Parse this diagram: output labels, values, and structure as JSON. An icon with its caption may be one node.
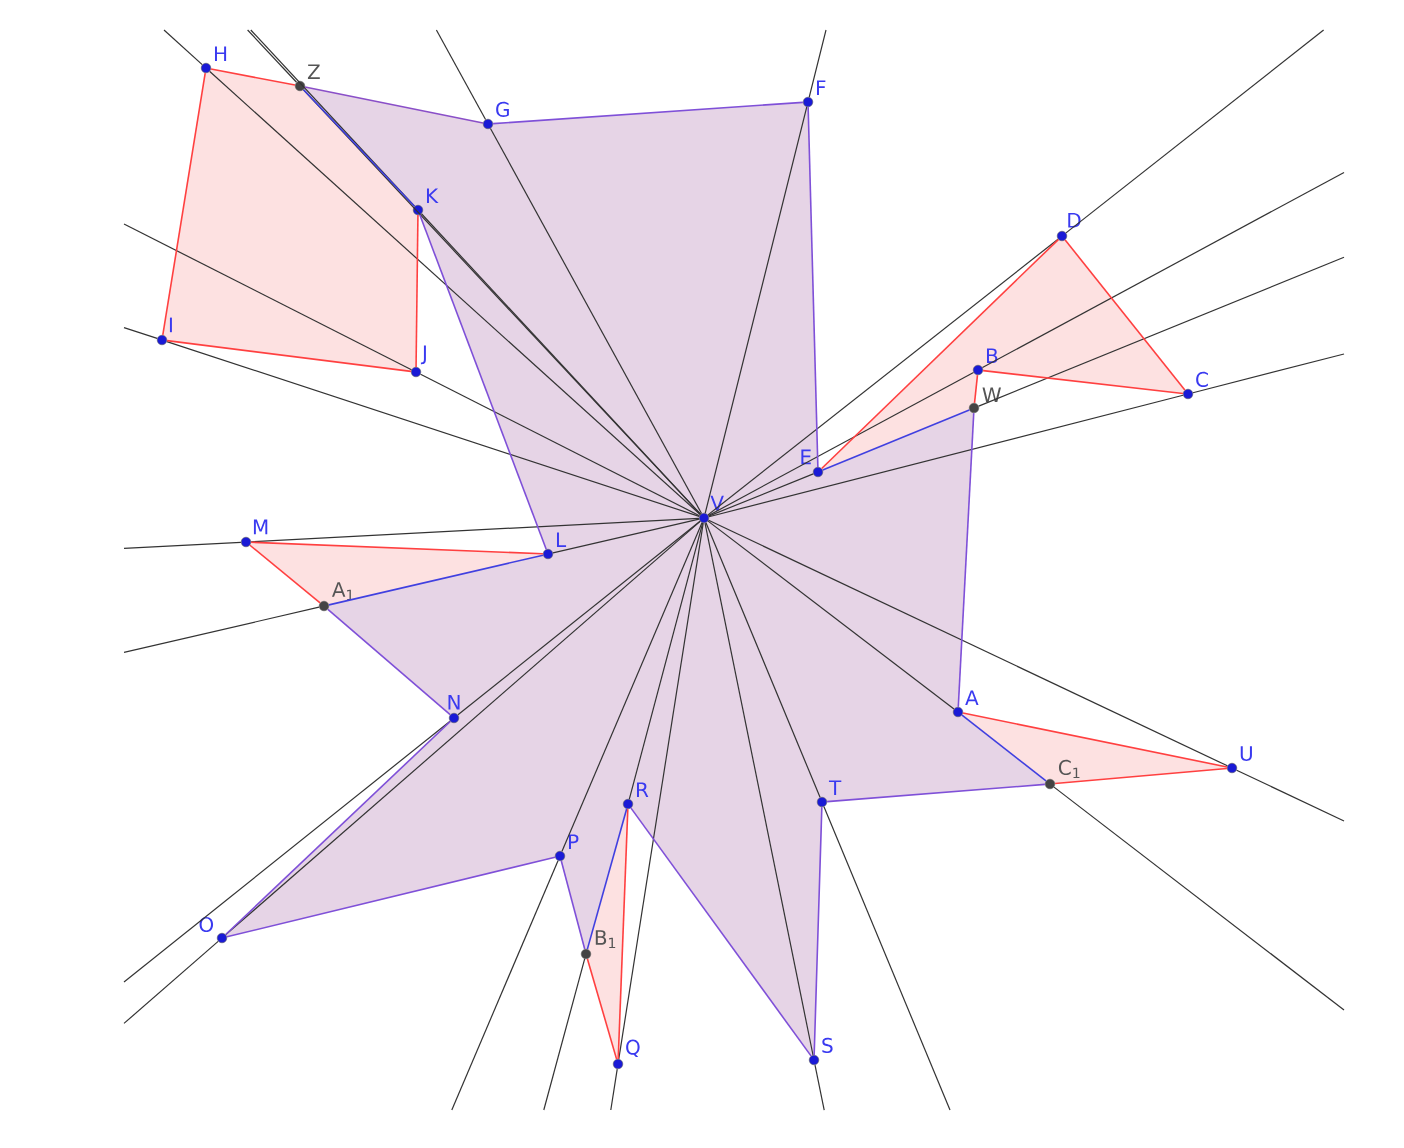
{
  "diagram": {
    "nodes": [
      {
        "text": [
          "H"
        ]
      },
      {
        "text": [
          "Z"
        ]
      },
      {
        "text": [
          "G"
        ]
      },
      {
        "text": [
          "F"
        ]
      },
      {
        "text": [
          "K"
        ]
      },
      {
        "text": [
          "D"
        ]
      },
      {
        "text": [
          "I"
        ]
      },
      {
        "text": [
          "J"
        ]
      },
      {
        "text": [
          "B"
        ]
      },
      {
        "text": [
          "C"
        ]
      },
      {
        "text": [
          "W"
        ]
      },
      {
        "text": [
          "E"
        ]
      },
      {
        "text": [
          "V"
        ]
      },
      {
        "text": [
          "M"
        ]
      },
      {
        "text": [
          "L"
        ]
      },
      {
        "text": [
          "A$_{1}$"
        ]
      },
      {
        "text": [
          "N"
        ]
      },
      {
        "text": [
          "A"
        ]
      },
      {
        "text": [
          "U"
        ]
      },
      {
        "text": [
          "C$_{1}$"
        ]
      },
      {
        "text": [
          "R"
        ]
      },
      {
        "text": [
          "T"
        ]
      },
      {
        "text": [
          "P"
        ]
      },
      {
        "text": [
          "B$_{1}$"
        ]
      },
      {
        "text": [
          "O"
        ]
      },
      {
        "text": [
          "Q"
        ]
      },
      {
        "text": [
          "S"
        ]
      }
    ],
    "edges": [
      {
        "from": 12,
        "to": 0,
        "arrow": "none"
      },
      {
        "from": 12,
        "to": 1,
        "arrow": "none"
      },
      {
        "from": 12,
        "to": 2,
        "arrow": "none"
      },
      {
        "from": 12,
        "to": 3,
        "arrow": "none"
      },
      {
        "from": 12,
        "to": 4,
        "arrow": "none"
      },
      {
        "from": 12,
        "to": 6,
        "arrow": "none"
      },
      {
        "from": 12,
        "to": 7,
        "arrow": "none"
      },
      {
        "from": 12,
        "to": 5,
        "arrow": "none"
      },
      {
        "from": 12,
        "to": 8,
        "arrow": "none"
      },
      {
        "from": 12,
        "to": 9,
        "arrow": "none"
      },
      {
        "from": 12,
        "to": 11,
        "arrow": "none"
      },
      {
        "from": 12,
        "to": 13,
        "arrow": "none"
      },
      {
        "from": 12,
        "to": 14,
        "arrow": "none"
      },
      {
        "from": 12,
        "to": 16,
        "arrow": "none"
      },
      {
        "from": 12,
        "to": 24,
        "arrow": "none"
      },
      {
        "from": 12,
        "to": 22,
        "arrow": "none"
      },
      {
        "from": 12,
        "to": 20,
        "arrow": "none"
      },
      {
        "from": 12,
        "to": 25,
        "arrow": "none"
      },
      {
        "from": 12,
        "to": 26,
        "arrow": "none"
      },
      {
        "from": 12,
        "to": 21,
        "arrow": "none"
      },
      {
        "from": 12,
        "to": 17,
        "arrow": "none"
      },
      {
        "from": 12,
        "to": 18,
        "arrow": "none"
      },
      {
        "from": 1,
        "to": 2,
        "arrow": "none",
        "color": "#8a4fc8"
      },
      {
        "from": 2,
        "to": 3,
        "arrow": "none",
        "color": "#7f50d8"
      },
      {
        "from": 3,
        "to": 11,
        "arrow": "none",
        "color": "#7f50d8"
      },
      {
        "from": 11,
        "to": 10,
        "arrow": "none",
        "color": "#4040e0"
      },
      {
        "from": 10,
        "to": 17,
        "arrow": "none",
        "color": "#7f50d8"
      },
      {
        "from": 17,
        "to": 19,
        "arrow": "none",
        "color": "#4040e0"
      },
      {
        "from": 19,
        "to": 21,
        "arrow": "none",
        "color": "#7f50d8"
      },
      {
        "from": 21,
        "to": 26,
        "arrow": "none",
        "color": "#7f50d8"
      },
      {
        "from": 26,
        "to": 20,
        "arrow": "none",
        "color": "#7f50d8"
      },
      {
        "from": 20,
        "to": 23,
        "arrow": "none",
        "color": "#4040e0"
      },
      {
        "from": 23,
        "to": 22,
        "arrow": "none",
        "color": "#7f50d8"
      },
      {
        "from": 22,
        "to": 24,
        "arrow": "none",
        "color": "#7f50d8"
      },
      {
        "from": 24,
        "to": 16,
        "arrow": "none",
        "color": "#7f50d8"
      },
      {
        "from": 16,
        "to": 15,
        "arrow": "none",
        "color": "#7f50d8"
      },
      {
        "from": 15,
        "to": 14,
        "arrow": "none",
        "color": "#4040e0"
      },
      {
        "from": 14,
        "to": 4,
        "arrow": "none",
        "color": "#7f50d8"
      },
      {
        "from": 4,
        "to": 1,
        "arrow": "none",
        "color": "#4040e0"
      },
      {
        "from": 0,
        "to": 1,
        "arrow": "none",
        "color": "#ff4040"
      },
      {
        "from": 0,
        "to": 6,
        "arrow": "none",
        "color": "#ff4040"
      },
      {
        "from": 6,
        "to": 7,
        "arrow": "none",
        "color": "#ff4040"
      },
      {
        "from": 7,
        "to": 4,
        "arrow": "none",
        "color": "#ff4040"
      },
      {
        "from": 11,
        "to": 5,
        "arrow": "none",
        "color": "#ff4040"
      },
      {
        "from": 5,
        "to": 9,
        "arrow": "none",
        "color": "#ff4040"
      },
      {
        "from": 9,
        "to": 8,
        "arrow": "none",
        "color": "#ff4040"
      },
      {
        "from": 8,
        "to": 10,
        "arrow": "none",
        "color": "#ff4040"
      },
      {
        "from": 13,
        "to": 14,
        "arrow": "none",
        "color": "#ff4040"
      },
      {
        "from": 13,
        "to": 15,
        "arrow": "none",
        "color": "#ff4040"
      },
      {
        "from": 17,
        "to": 18,
        "arrow": "none",
        "color": "#ff4040"
      },
      {
        "from": 18,
        "to": 19,
        "arrow": "none",
        "color": "#ff4040"
      },
      {
        "from": 23,
        "to": 25,
        "arrow": "none",
        "color": "#ff4040"
      },
      {
        "from": 25,
        "to": 20,
        "arrow": "none",
        "color": "#ff4040"
      }
    ]
  }
}
